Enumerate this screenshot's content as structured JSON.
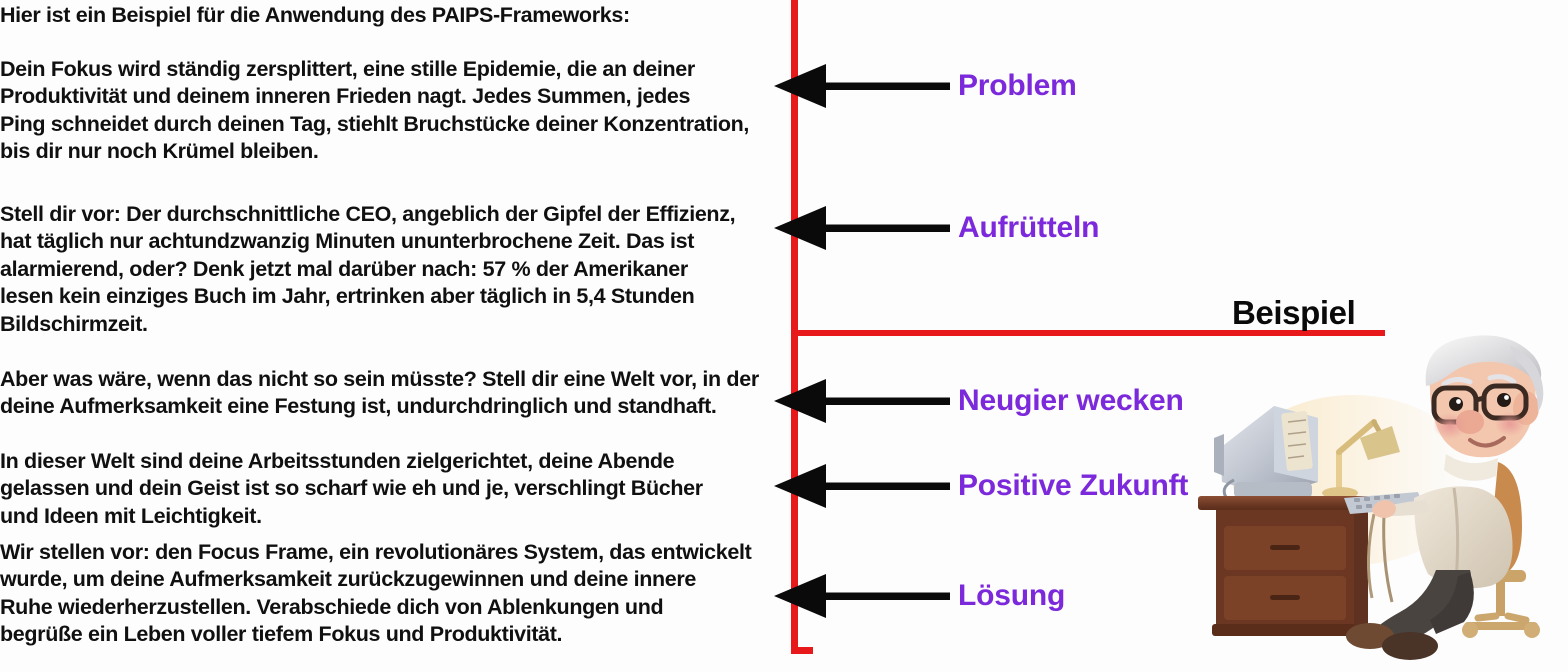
{
  "document": {
    "intro": "Hier ist ein Beispiel für die Anwendung des PAIPS-Frameworks:",
    "paragraphs": [
      "Dein Fokus wird ständig zersplittert, eine stille Epidemie, die an deiner\nProduktivität und deinem inneren Frieden nagt. Jedes Summen, jedes\nPing schneidet durch deinen Tag, stiehlt Bruchstücke deiner Konzentration,\nbis dir nur noch Krümel bleiben.",
      "Stell dir vor: Der durchschnittliche CEO, angeblich der Gipfel der Effizienz,\nhat täglich nur achtundzwanzig Minuten ununterbrochene Zeit. Das ist\nalarmierend, oder? Denk jetzt mal darüber nach: 57 % der Amerikaner\nlesen kein einziges Buch im Jahr, ertrinken aber täglich in 5,4 Stunden\nBildschirmzeit.",
      "Aber was wäre, wenn das nicht so sein müsste? Stell dir eine Welt vor, in der\ndeine Aufmerksamkeit eine Festung ist, undurchdringlich und standhaft.",
      "In dieser Welt sind deine Arbeitsstunden zielgerichtet, deine Abende\ngelassen und dein Geist ist so scharf wie eh und je, verschlingt Bücher\nund Ideen mit Leichtigkeit.",
      "Wir stellen vor: den Focus Frame, ein revolutionäres System, das entwickelt\nwurde, um deine Aufmerksamkeit zurückzugewinnen und deine innere\nRuhe wiederherzustellen. Verabschiede dich von Ablenkungen und\nbegrüße ein Leben voller tiefem Fokus und Produktivität."
    ]
  },
  "section_heading": "Beispiel",
  "annotations": [
    {
      "label": "Problem"
    },
    {
      "label": "Aufrütteln"
    },
    {
      "label": "Neugier wecken"
    },
    {
      "label": "Positive Zukunft"
    },
    {
      "label": "Lösung"
    }
  ],
  "illustration": {
    "alt": "Cartoon-Illustration: älterer Mann mit Brille tippt an einem Schreibtisch mit Röhrenmonitor"
  },
  "colors": {
    "accent_purple": "#7c29db",
    "rule_red": "#e8191a",
    "text_black": "#101010",
    "background": "#fdfdfd"
  }
}
